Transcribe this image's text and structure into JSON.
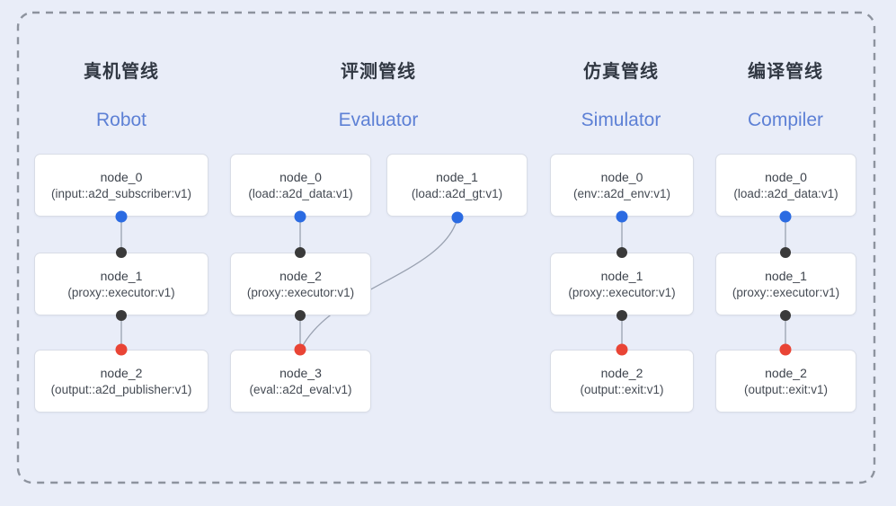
{
  "diagram": {
    "description_colors": {
      "background": "#e9edf8",
      "frame_dash": "#8d939e",
      "edge_line": "#99a1b0",
      "header_en_blue": "#5d80d5",
      "port_blue": "#2b6be2",
      "port_black": "#3a3a3a",
      "port_red": "#e94435"
    }
  },
  "colors": {
    "port_blue": "#2b6be2",
    "port_black": "#3a3a3a",
    "port_red": "#e94435"
  },
  "pipelines": [
    {
      "title_cn": "真机管线",
      "title_en": "Robot",
      "nodes": [
        {
          "name": "node_0",
          "type": "(input::a2d_subscriber:v1)"
        },
        {
          "name": "node_1",
          "type": "(proxy::executor:v1)"
        },
        {
          "name": "node_2",
          "type": "(output::a2d_publisher:v1)"
        }
      ]
    },
    {
      "title_cn": "评测管线",
      "title_en": "Evaluator",
      "nodes": [
        {
          "name": "node_0",
          "type": "(load::a2d_data:v1)"
        },
        {
          "name": "node_1",
          "type": "(load::a2d_gt:v1)"
        },
        {
          "name": "node_2",
          "type": "(proxy::executor:v1)"
        },
        {
          "name": "node_3",
          "type": "(eval::a2d_eval:v1)"
        }
      ]
    },
    {
      "title_cn": "仿真管线",
      "title_en": "Simulator",
      "nodes": [
        {
          "name": "node_0",
          "type": "(env::a2d_env:v1)"
        },
        {
          "name": "node_1",
          "type": "(proxy::executor:v1)"
        },
        {
          "name": "node_2",
          "type": "(output::exit:v1)"
        }
      ]
    },
    {
      "title_cn": "编译管线",
      "title_en": "Compiler",
      "nodes": [
        {
          "name": "node_0",
          "type": "(load::a2d_data:v1)"
        },
        {
          "name": "node_1",
          "type": "(proxy::executor:v1)"
        },
        {
          "name": "node_2",
          "type": "(output::exit:v1)"
        }
      ]
    }
  ],
  "edges_semantic": [
    {
      "pipeline": "Robot",
      "from": "node_0",
      "to": "node_1"
    },
    {
      "pipeline": "Robot",
      "from": "node_1",
      "to": "node_2"
    },
    {
      "pipeline": "Evaluator",
      "from": "node_0",
      "to": "node_2"
    },
    {
      "pipeline": "Evaluator",
      "from": "node_1",
      "to": "node_3"
    },
    {
      "pipeline": "Evaluator",
      "from": "node_2",
      "to": "node_3"
    },
    {
      "pipeline": "Simulator",
      "from": "node_0",
      "to": "node_1"
    },
    {
      "pipeline": "Simulator",
      "from": "node_1",
      "to": "node_2"
    },
    {
      "pipeline": "Compiler",
      "from": "node_0",
      "to": "node_1"
    },
    {
      "pipeline": "Compiler",
      "from": "node_1",
      "to": "node_2"
    }
  ]
}
